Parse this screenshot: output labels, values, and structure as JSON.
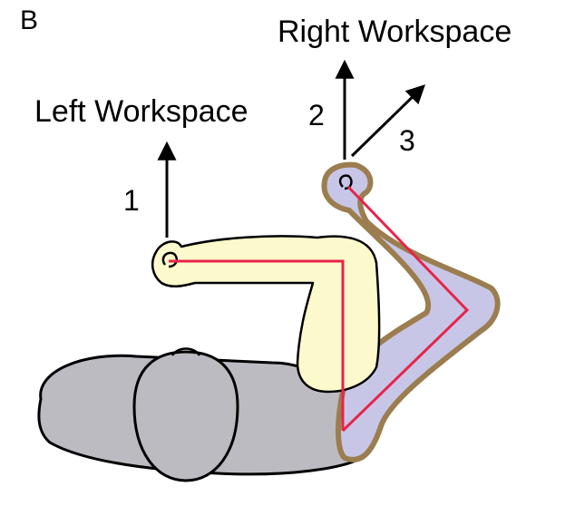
{
  "panel_label": "B",
  "labels": {
    "left_workspace": "Left Workspace",
    "right_workspace": "Right Workspace"
  },
  "arrows": [
    {
      "id": "1",
      "label": "1"
    },
    {
      "id": "2",
      "label": "2"
    },
    {
      "id": "3",
      "label": "3"
    }
  ],
  "colors": {
    "body_fill": "#bdbbc2",
    "left_arm_fill": "#fcf9cc",
    "right_arm_fill": "#c8c6e6",
    "right_arm_outline": "#9b7d4f",
    "joint_path": "#e8234a",
    "arrow": "#000000"
  }
}
